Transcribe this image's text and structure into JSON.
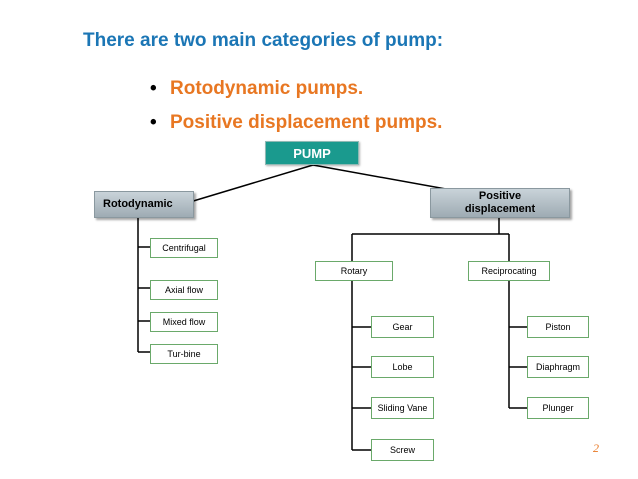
{
  "heading": "There are two main categories of pump:",
  "bullets": [
    "Rotodynamic pumps.",
    "Positive displacement pumps."
  ],
  "diagram": {
    "root": "PUMP",
    "rotodynamic": {
      "label": "Rotodynamic",
      "children": [
        "Centrifugal",
        "Axial flow",
        "Mixed flow",
        "Tur-bine"
      ]
    },
    "positive": {
      "label_line1": "Positive",
      "label_line2": "displacement",
      "rotary": {
        "label": "Rotary",
        "children": [
          "Gear",
          "Lobe",
          "Sliding Vane",
          "Screw"
        ]
      },
      "reciprocating": {
        "label": "Reciprocating",
        "children": [
          "Piston",
          "Diaphragm",
          "Plunger"
        ]
      }
    }
  },
  "page_number": "2",
  "colors": {
    "heading": "#1b76b5",
    "bullet_text": "#e87722",
    "pump_fill": "#1a9a8e",
    "node_border": "#6aa96a"
  }
}
